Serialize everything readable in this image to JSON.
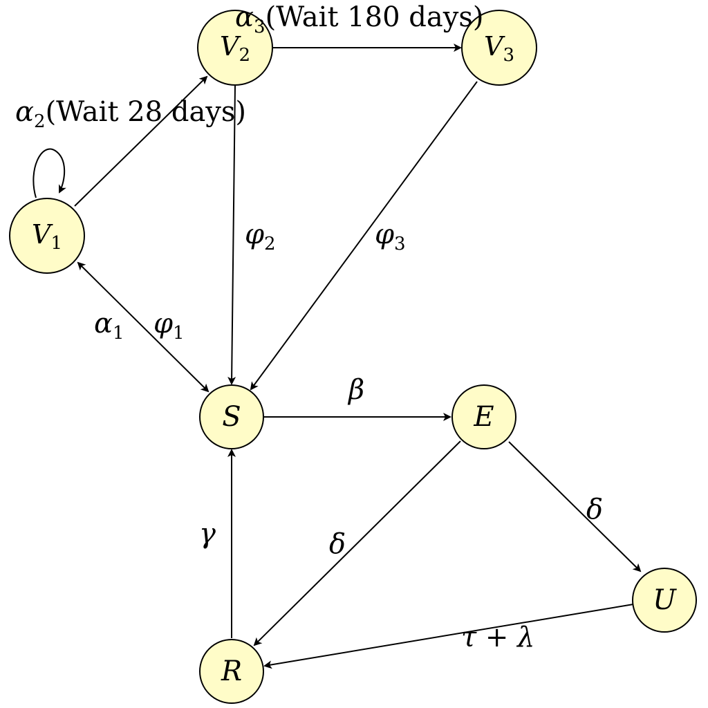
{
  "diagram": {
    "nodes": {
      "v1": {
        "label": "V",
        "sub": "1"
      },
      "v2": {
        "label": "V",
        "sub": "2"
      },
      "v3": {
        "label": "V",
        "sub": "3"
      },
      "s": {
        "label": "S"
      },
      "e": {
        "label": "E"
      },
      "u": {
        "label": "U"
      },
      "r": {
        "label": "R"
      }
    },
    "edges": {
      "v1_self": {
        "symbol": "α",
        "sub": "2",
        "text": "(Wait 28 days)"
      },
      "v2_v3": {
        "symbol": "α",
        "sub": "3",
        "text": "(Wait 180 days)"
      },
      "v1_s_alpha": {
        "symbol": "α",
        "sub": "1"
      },
      "v1_s_phi": {
        "symbol": "φ",
        "sub": "1"
      },
      "v2_s": {
        "symbol": "φ",
        "sub": "2"
      },
      "v3_s": {
        "symbol": "φ",
        "sub": "3"
      },
      "s_e": {
        "symbol": "β"
      },
      "e_u": {
        "symbol": "δ"
      },
      "e_r": {
        "symbol": "δ"
      },
      "u_r": {
        "text": "τ + λ"
      },
      "r_s": {
        "symbol": "γ"
      }
    },
    "colors": {
      "node_fill": "#fffcc8",
      "stroke": "#000000"
    }
  }
}
